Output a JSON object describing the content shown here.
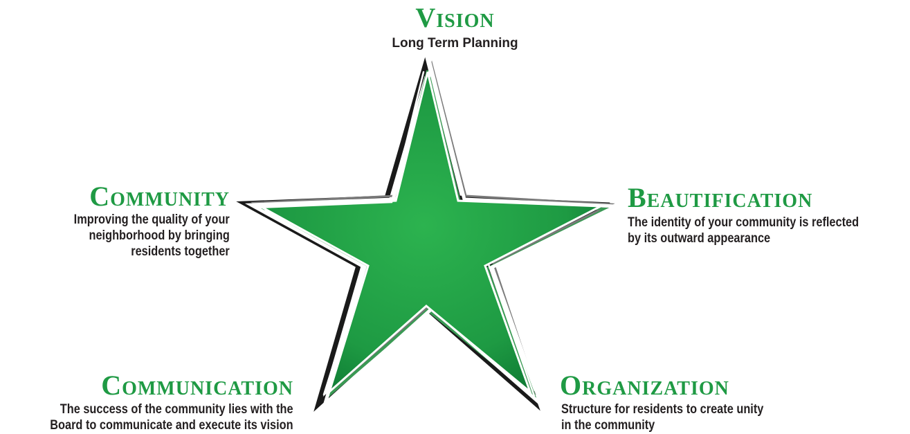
{
  "colors": {
    "heading_green": "#1f9a44",
    "star_green_light": "#2cb34f",
    "star_green_dark": "#0e7a33",
    "text_dark": "#231f20",
    "stroke_black": "#1a1a1a"
  },
  "star": {
    "icon": "star-icon"
  },
  "labels": {
    "vision": {
      "heading": "Vision",
      "description": "Long Term Planning"
    },
    "community": {
      "heading": "Community",
      "description": "Improving the quality of your\nneighborhood by bringing\nresidents together"
    },
    "beautification": {
      "heading": "Beautification",
      "description": "The identity of your community is reflected\nby its outward appearance"
    },
    "communication": {
      "heading": "Communication",
      "description": "The success of the community lies with the\nBoard to communicate and execute its vision"
    },
    "organization": {
      "heading": "Organization",
      "description": "Structure for residents to create unity\nin the community"
    }
  }
}
